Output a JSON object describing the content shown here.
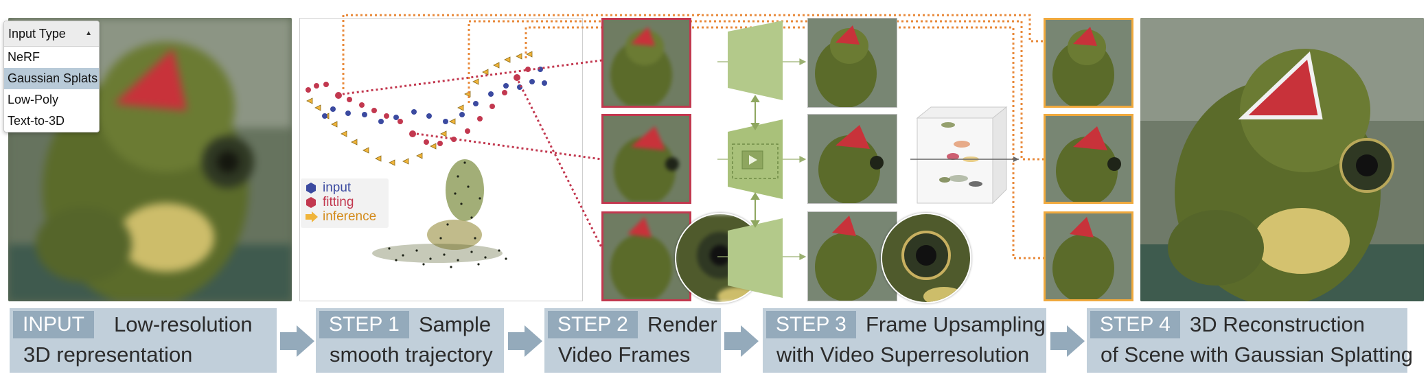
{
  "dropdown": {
    "label": "Input Type",
    "options": [
      "NeRF",
      "Gaussian Splats",
      "Low-Poly",
      "Text-to-3D"
    ],
    "selected": "Gaussian Splats"
  },
  "legend": {
    "input": "input",
    "fitting": "fitting",
    "inference": "inference"
  },
  "steps": [
    {
      "tag": "INPUT",
      "line1": "Low-resolution",
      "line2": "3D representation"
    },
    {
      "tag": "STEP 1",
      "line1": "Sample",
      "line2": "smooth trajectory"
    },
    {
      "tag": "STEP 2",
      "line1": "Render",
      "line2": "Video Frames"
    },
    {
      "tag": "STEP 3",
      "line1": "Frame Upsampling",
      "line2": "with Video Superresolution"
    },
    {
      "tag": "STEP 4",
      "line1": "3D Reconstruction",
      "line2": "of Scene with Gaussian Splatting"
    }
  ],
  "colors": {
    "input": "#3b4aa0",
    "fitting": "#c2384f",
    "inference": "#f0b43a",
    "step_box": "#c1cfda",
    "step_tag": "#94aabb",
    "network": "#a9c17a",
    "orange_dots": "#e8893a"
  }
}
